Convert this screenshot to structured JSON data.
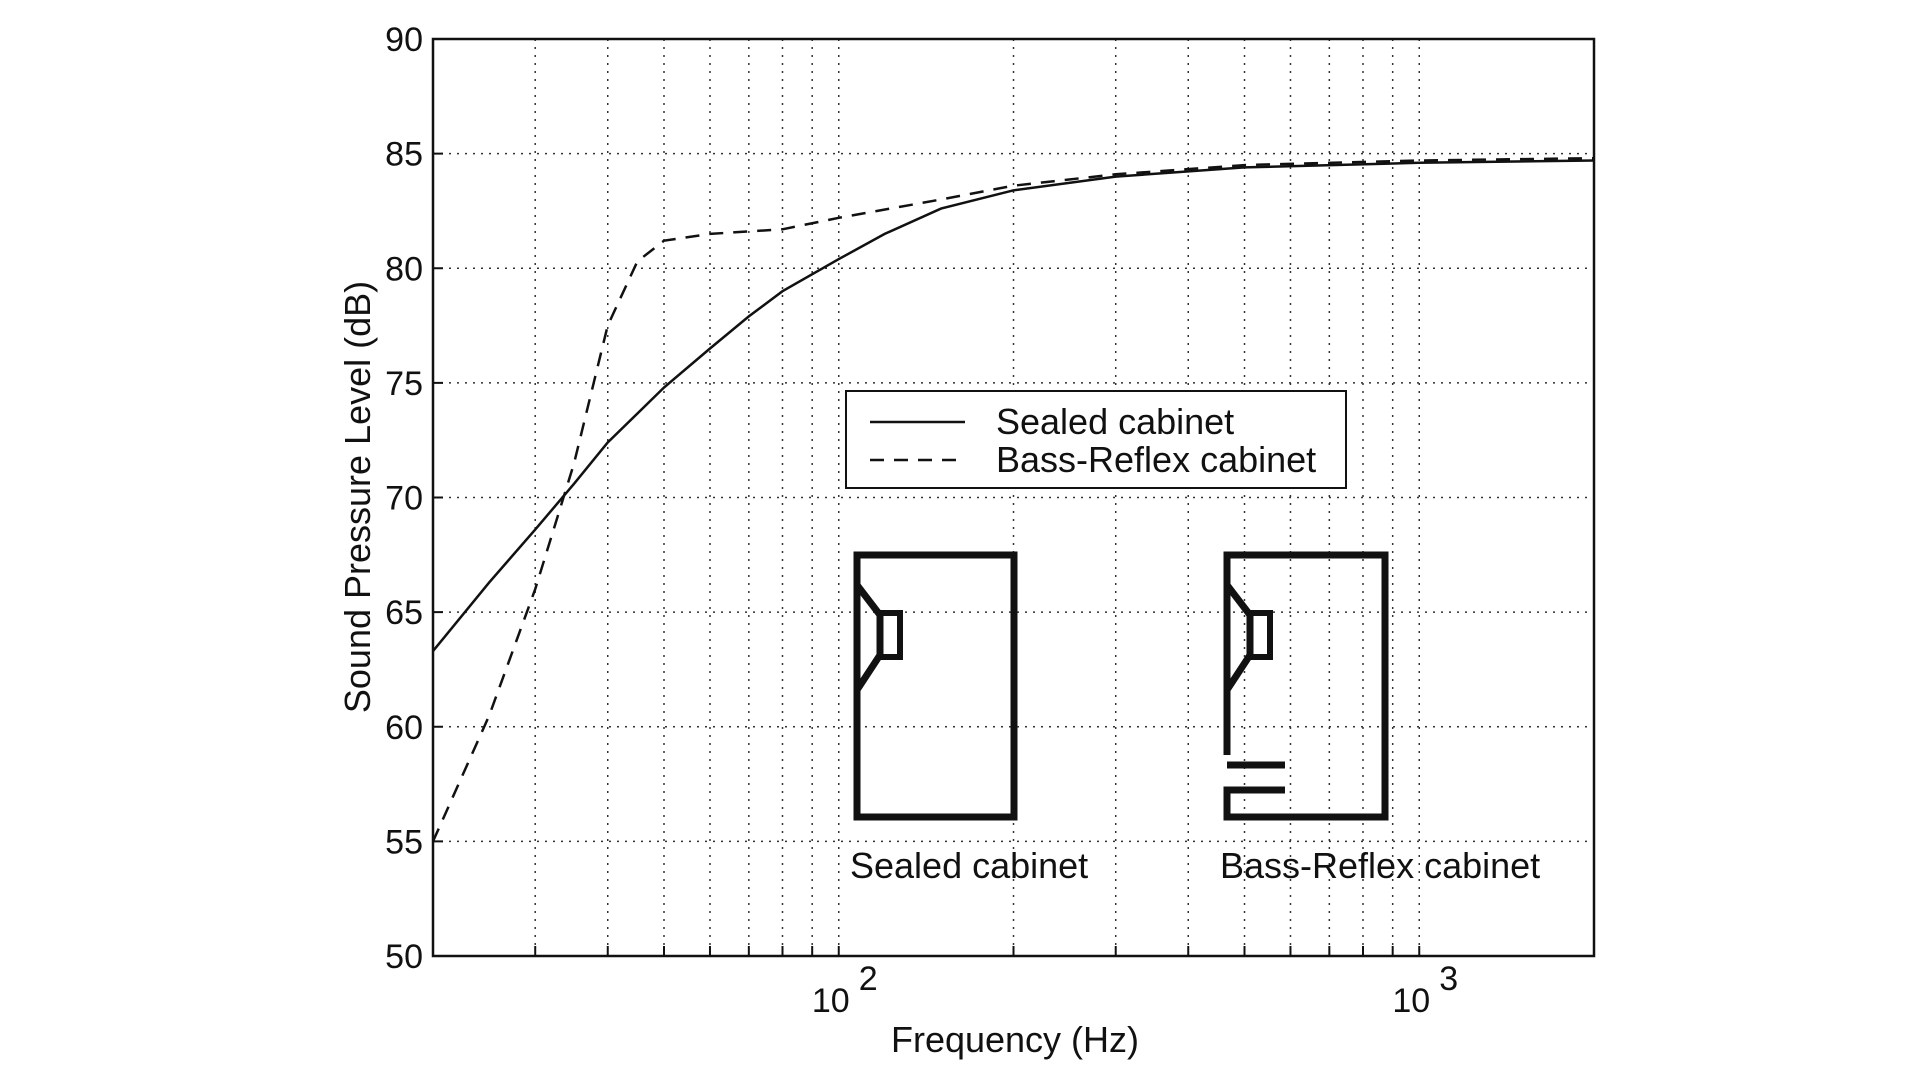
{
  "chart_data": {
    "type": "line",
    "title": "",
    "xlabel": "Frequency (Hz)",
    "ylabel": "Sound Pressure Level (dB)",
    "xscale": "log",
    "xlim": [
      20,
      2000
    ],
    "ylim": [
      50,
      90
    ],
    "grid": true,
    "x_tick_labels": [
      {
        "value": 100,
        "base": "10",
        "exp": "2"
      },
      {
        "value": 1000,
        "base": "10",
        "exp": "3"
      }
    ],
    "y_ticks": [
      50,
      55,
      60,
      65,
      70,
      75,
      80,
      85,
      90
    ],
    "legend_position": "center-right",
    "series": [
      {
        "name": "Sealed cabinet",
        "style": "solid",
        "x": [
          20,
          25,
          30,
          35,
          40,
          50,
          60,
          70,
          80,
          100,
          120,
          150,
          200,
          300,
          500,
          1000,
          2000
        ],
        "y": [
          63.3,
          66.3,
          68.6,
          70.6,
          72.4,
          74.8,
          76.5,
          77.9,
          79,
          80.4,
          81.5,
          82.6,
          83.4,
          84,
          84.4,
          84.6,
          84.7
        ]
      },
      {
        "name": "Bass-Reflex cabinet",
        "style": "dashed",
        "x": [
          20,
          25,
          30,
          35,
          40,
          45,
          50,
          60,
          80,
          100,
          150,
          200,
          300,
          500,
          1000,
          2000
        ],
        "y": [
          55,
          60.5,
          66,
          71.5,
          77.5,
          80.3,
          81.2,
          81.5,
          81.7,
          82.2,
          83,
          83.6,
          84.1,
          84.5,
          84.7,
          84.8
        ]
      }
    ],
    "annotations": [
      "Sealed cabinet",
      "Bass-Reflex cabinet"
    ]
  }
}
